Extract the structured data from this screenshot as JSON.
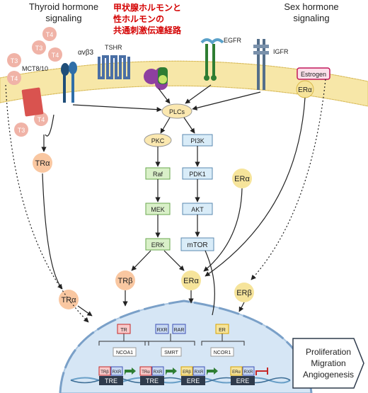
{
  "titles": {
    "thyroid_line1": "Thyroid hormone",
    "thyroid_line2": "signaling",
    "sex_line1": "Sex hormone",
    "sex_line2": "signaling",
    "jp_line1": "甲状腺ホルモンと",
    "jp_line2": "性ホルモンの",
    "jp_line3": "共通刺激伝達経路"
  },
  "hormones": {
    "t4": "T4",
    "t3": "T3",
    "estrogen": "Estrogen"
  },
  "membrane": {
    "avb3": "αvβ3",
    "tshr": "TSHR",
    "egfr": "EGFR",
    "igfr": "IGFR",
    "mct": "MCT8/10"
  },
  "cytoplasm": {
    "plcs": "PLCs",
    "pkc": "PKC",
    "pi3k": "PI3K",
    "raf": "Raf",
    "pdk1": "PDK1",
    "mek": "MEK",
    "akt": "AKT",
    "erk": "ERK",
    "mtor": "mTOR",
    "tra": "TRα",
    "tra2": "TRα",
    "trb": "TRβ",
    "era_membrane": "ERα",
    "era_mid": "ERα",
    "era_low": "ERα",
    "erb": "ERβ"
  },
  "nucleus": {
    "tr": "TR",
    "rxr": "RXR",
    "rar": "RAR",
    "er": "ER",
    "ncoa1": "NCOA1",
    "smrt": "SMRT",
    "ncor1": "NCOR1",
    "tre1": "TRE",
    "tre2": "TRE",
    "ere1": "ERE",
    "ere2": "ERE",
    "trb_dna": "TRβ",
    "tra_dna": "TRα",
    "erb_dna": "ERβ",
    "era_dna": "ERα",
    "rxr_dna": "RXR"
  },
  "outcome": {
    "line1": "Proliferation",
    "line2": "Migration",
    "line3": "Angiogenesis"
  },
  "colors": {
    "membrane": "#f7e7a8",
    "nucleus": "#d6e6f5",
    "pink_hormone": "#f0b3a7",
    "yellow_er": "#f6e49b",
    "orange_tr": "#f9c7a1",
    "box_yellow": "#fbe8b0",
    "box_blue": "#d9ecf8",
    "box_green": "#d9f0c8",
    "red_text": "#d40000"
  }
}
